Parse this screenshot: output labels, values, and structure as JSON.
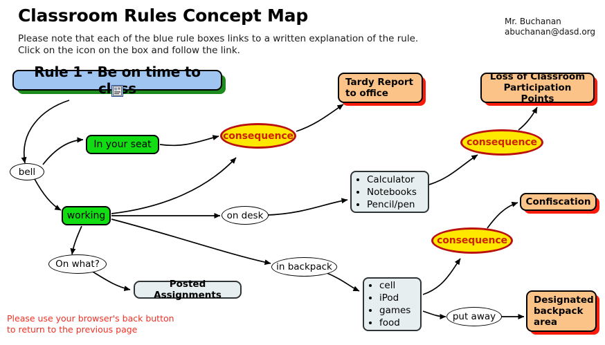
{
  "page": {
    "title": "Classroom Rules Concept Map",
    "intro_line1": "Please note that each of the blue rule boxes links to a written explanation of the rule.",
    "intro_line2": "Click on the icon on the box and follow the link.",
    "author_name": "Mr. Buchanan",
    "author_email": "abuchanan@dasd.org",
    "back_note_line1": "Please use your browser's back button",
    "back_note_line2": "to return to the previous page"
  },
  "colors": {
    "rule_fill": "#9fc5f0",
    "rule_shadow": "#1e8b1e",
    "green_fill": "#12dd12",
    "orange_fill": "#fbc388",
    "orange_shadow": "#f91b0c",
    "list_fill": "#e6eef0",
    "consequence_fill": "#ffe800",
    "consequence_border": "#bb1010",
    "consequence_text": "#cc2200",
    "back_note_text": "#ef3124",
    "edge_stroke": "#000000"
  },
  "nodes": {
    "rule1": {
      "label": "Rule 1 - Be on time to class",
      "icon": "document-link-icon"
    },
    "bell": {
      "label": "bell"
    },
    "in_your_seat": {
      "label": "In your seat"
    },
    "working": {
      "label": "working"
    },
    "on_what": {
      "label": "On what?"
    },
    "posted_assignments": {
      "label": "Posted Assignments"
    },
    "on_desk": {
      "label": "on desk"
    },
    "in_backpack": {
      "label": "in backpack"
    },
    "put_away": {
      "label": "put away"
    },
    "consequence_1": {
      "label": "consequence"
    },
    "consequence_2": {
      "label": "consequence"
    },
    "consequence_3": {
      "label": "consequence"
    },
    "tardy_report": {
      "line1": "Tardy Report",
      "line2": "to office"
    },
    "loss_points": {
      "line1": "Loss of Classroom",
      "line2": "Participation Points"
    },
    "confiscation": {
      "label": "Confiscation"
    },
    "backpack_area": {
      "line1": "Designated",
      "line2": "backpack",
      "line3": "area"
    },
    "supplies_list": {
      "items": [
        "Calculator",
        "Notebooks",
        "Pencil/pen"
      ]
    },
    "banned_list": {
      "items": [
        "cell",
        "iPod",
        "games",
        "food"
      ]
    }
  }
}
